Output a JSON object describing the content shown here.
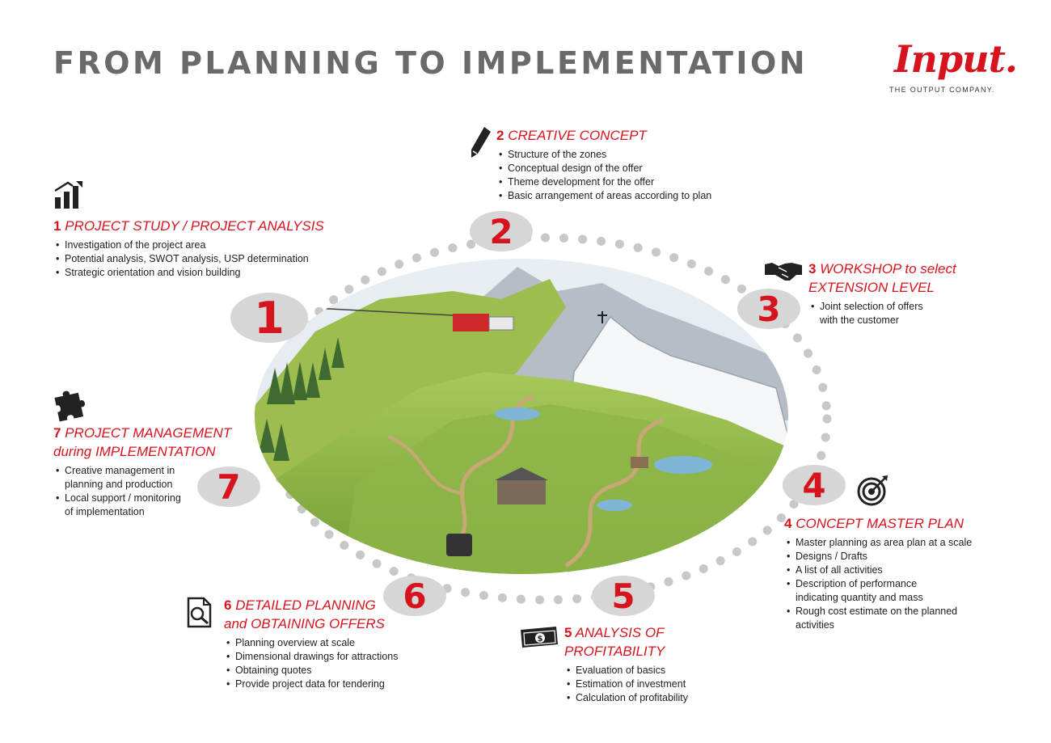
{
  "title": "FROM PLANNING TO IMPLEMENTATION",
  "logo": {
    "wordmark": "Input.",
    "tagline": "THE OUTPUT COMPANY."
  },
  "colors": {
    "accent": "#d7141e",
    "title_gray": "#6a6a6a",
    "badge_gray": "#d6d6d6"
  },
  "steps": [
    {
      "number": "1",
      "title": "PROJECT STUDY / PROJECT ANALYSIS",
      "icon": "chart-bars-icon",
      "items": [
        "Investigation of the project area",
        "Potential analysis, SWOT analysis, USP determination",
        "Strategic orientation and vision building"
      ]
    },
    {
      "number": "2",
      "title": "CREATIVE CONCEPT",
      "icon": "pencil-icon",
      "items": [
        "Structure of the zones",
        "Conceptual design of the offer",
        "Theme development for the offer",
        "Basic arrangement of areas according to plan"
      ]
    },
    {
      "number": "3",
      "title": "WORKSHOP to select",
      "title2": "EXTENSION LEVEL",
      "icon": "handshake-icon",
      "items": [
        "Joint selection of offers",
        "with the customer"
      ]
    },
    {
      "number": "4",
      "title": "CONCEPT MASTER PLAN",
      "icon": "target-icon",
      "items": [
        "Master planning as area plan at a scale",
        "Designs / Drafts",
        "A list of all activities",
        "Description of performance",
        "indicating quantity and mass",
        "Rough cost estimate on the planned",
        "activities"
      ]
    },
    {
      "number": "5",
      "title": "ANALYSIS OF",
      "title2": "PROFITABILITY",
      "icon": "money-icon",
      "items": [
        "Evaluation of basics",
        "Estimation of investment",
        "Calculation of profitability"
      ]
    },
    {
      "number": "6",
      "title": "DETAILED PLANNING",
      "title2": "and OBTAINING OFFERS",
      "icon": "document-search-icon",
      "items": [
        "Planning overview at scale",
        "Dimensional drawings for attractions",
        "Obtaining quotes",
        "Provide project data for tendering"
      ]
    },
    {
      "number": "7",
      "title": "PROJECT MANAGEMENT",
      "title2": "during IMPLEMENTATION",
      "icon": "puzzle-icon",
      "items": [
        "Creative management in",
        "planning and production",
        "Local support / monitoring",
        "of implementation"
      ]
    }
  ]
}
